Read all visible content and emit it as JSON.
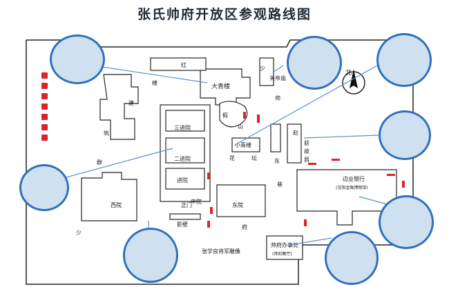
{
  "title": "张氏帅府开放区参观路线图",
  "north_label": "北",
  "labels": {
    "red": "红",
    "lou": "楼",
    "da_qing_lou": "大青楼",
    "jian": "建",
    "zhu": "筑",
    "qun": "群",
    "xiao_qing_lou": "小青楼",
    "jia": "假",
    "shan": "山",
    "hua": "花",
    "tan": "坛",
    "san_jin_yuan": "三进院",
    "er_jin_yuan": "二进院",
    "jin_yuan": "进院",
    "zhong_yuan": "中院",
    "zheng_men": "正门",
    "ying_bi": "影壁",
    "dong_yuan": "东院",
    "xi_yuan": "西院",
    "fu": "府",
    "shao": "少",
    "shuai": "帅",
    "guan_di_miao": "关帝庙",
    "zhao_1": "赵",
    "huo_gu_ju": "荻",
    "gu": "故",
    "ju": "居",
    "dong": "东",
    "xiang": "巷",
    "bank": "边业银行",
    "bank_sub": "(沈阳金融博物馆)",
    "office": "帅府办事处",
    "office_sub": "(帅府舞厅)",
    "statue": "张学良将军雕像",
    "shao_bottom": "少"
  },
  "icons": [
    "photo-icon",
    "north-arrow-icon",
    "legend-icon"
  ]
}
